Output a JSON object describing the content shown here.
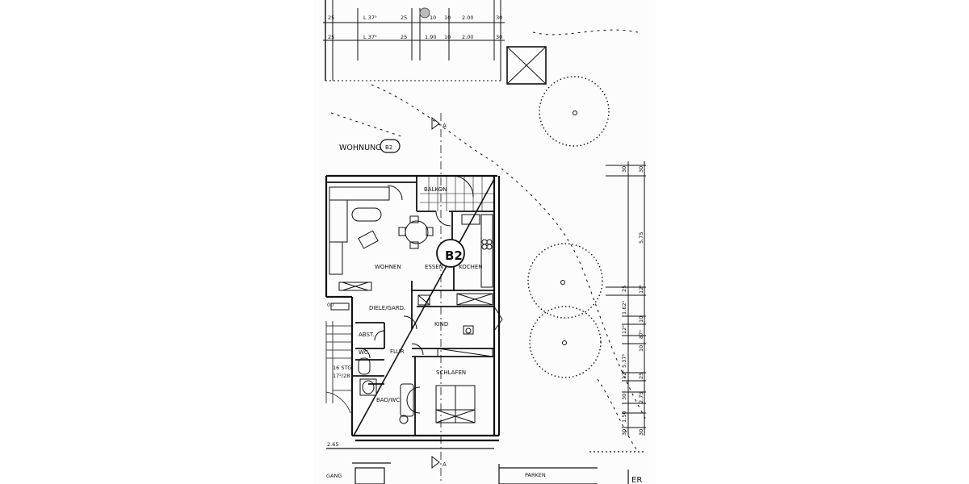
{
  "plan": {
    "heading": "WOHNUNG",
    "unit_code": "B2",
    "section_mark": "A",
    "rooms": {
      "balkon": "BALKON",
      "wohnen": "WOHNEN",
      "essen": "ESSEN",
      "kochen": "KOCHEN",
      "diele": "DIELE/GARD.",
      "kind": "KIND",
      "abst": "ABST.",
      "wc": "WC",
      "flur": "FLUR",
      "schlafen": "SCHLAFEN",
      "bad": "BAD/WC"
    },
    "stair_note_line1": "16 STG.",
    "stair_note_line2": "17²/28",
    "gang": "GANG",
    "parken": "PARKEN",
    "corner_text": "ER"
  },
  "dimensions": {
    "top_row1": [
      "25",
      "L 37⁵",
      "25",
      "10",
      "10",
      "2.00",
      "30"
    ],
    "top_row2": [
      "25",
      "L 37⁵",
      "25",
      "1.90",
      "10",
      "2.00",
      "30"
    ],
    "left_b1": "00",
    "left_b2": "2.65",
    "right_col1": [
      "30",
      "25",
      "1.62⁵",
      "12⁵",
      "5.37⁵",
      "12⁵",
      "30",
      "1.50",
      "30"
    ],
    "right_col2": [
      "30",
      "5.75",
      "12⁵",
      "10",
      "87⁵",
      "10",
      "25",
      "2.75",
      "30"
    ]
  },
  "colors": {
    "ink": "#111111",
    "paper": "#fcfcfc"
  }
}
